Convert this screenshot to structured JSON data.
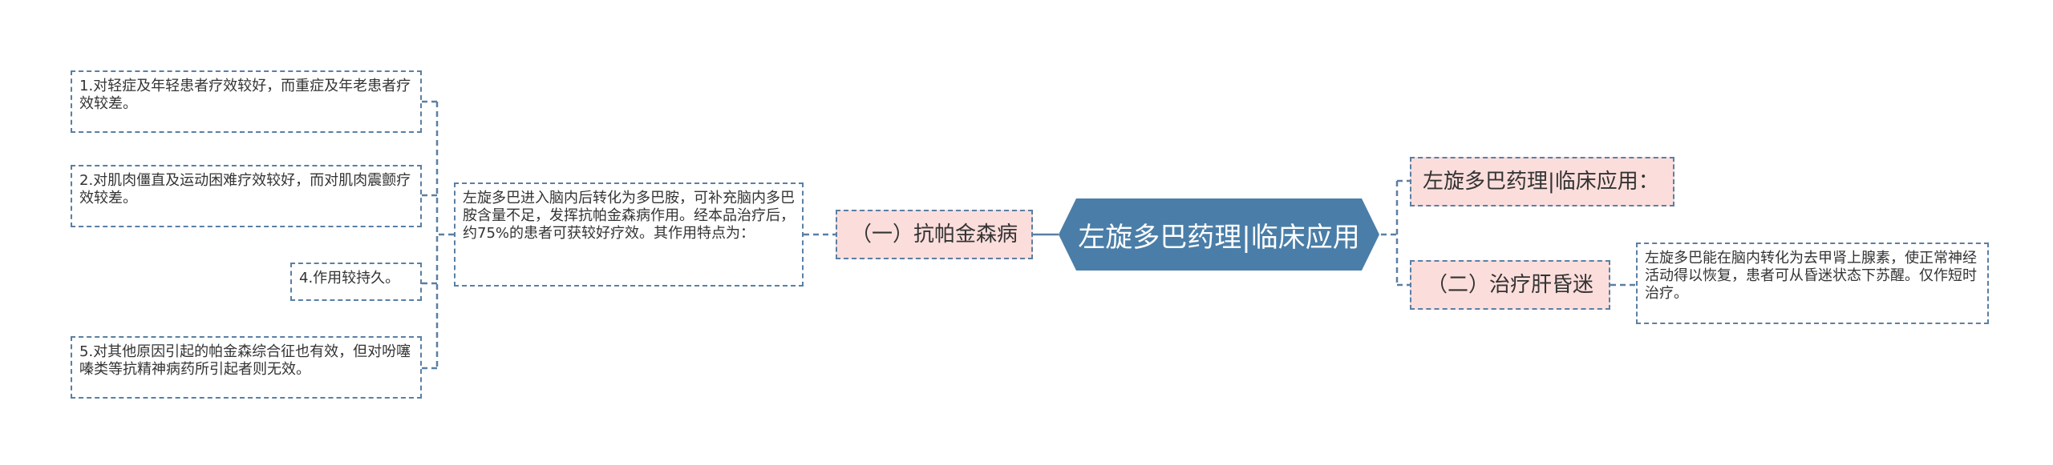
{
  "center": {
    "title": "左旋多巴药理|临床应用"
  },
  "right": {
    "intro": "左旋多巴药理|临床应用：",
    "hepatic": {
      "label": "（二）治疗肝昏迷",
      "desc": "左旋多巴能在脑内转化为去甲肾上腺素，使正常神经活动得以恢复，患者可从昏迷状态下苏醒。仅作短时治疗。"
    }
  },
  "left": {
    "parkinson": {
      "label": "（一）抗帕金森病",
      "desc": "左旋多巴进入脑内后转化为多巴胺，可补充脑内多巴胺含量不足，发挥抗帕金森病作用。经本品治疗后，约75%的患者可获较好疗效。其作用特点为："
    },
    "features": [
      "1.对轻症及年轻患者疗效较好，而重症及年老患者疗效较差。",
      "2.对肌肉僵直及运动困难疗效较好，而对肌肉震颤疗效较差。",
      "4.作用较持久。",
      "5.对其他原因引起的帕金森综合征也有效，但对吩噻嗪类等抗精神病药所引起者则无效。"
    ]
  },
  "colors": {
    "center_fill": "#4a7ea8",
    "pink_fill": "#fbdedc",
    "line": "#5a7fa3"
  }
}
